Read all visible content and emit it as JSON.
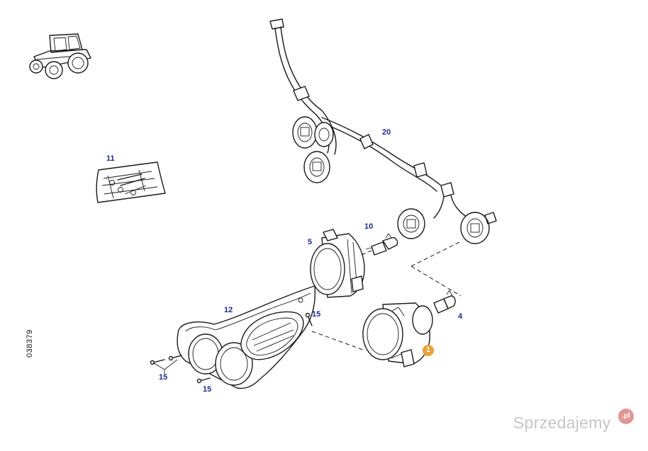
{
  "labels": {
    "p20": "20",
    "p11": "11",
    "p10": "10",
    "p5": "5",
    "p12": "12",
    "p15a": "15",
    "p4": "4",
    "p1": "1",
    "p15b": "15",
    "p15c": "15"
  },
  "doc_number": "038379",
  "watermark": {
    "text": "Sprzedajemy",
    "suffix": ".pl"
  },
  "colors": {
    "label": "#1c2a8c",
    "badge": "#e8a33a",
    "line": "#1a1a1a"
  }
}
